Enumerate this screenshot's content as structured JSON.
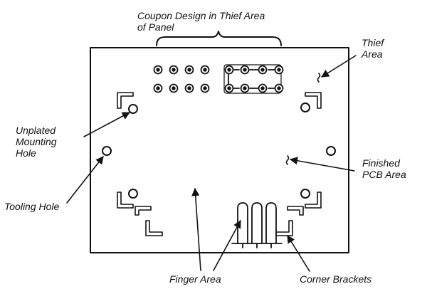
{
  "diagram": {
    "labels": {
      "coupon_line1": "Coupon Design in Thief Area",
      "coupon_line2": "of Panel",
      "thief_line1": "Thief",
      "thief_line2": "Area",
      "unplated_line1": "Unplated",
      "unplated_line2": "Mounting",
      "unplated_line3": "Hole",
      "finished_line1": "Finished",
      "finished_line2": "PCB  Area",
      "tooling": "Tooling Hole",
      "finger": "Finger Area",
      "corner": "Corner Brackets"
    },
    "colors": {
      "ink": "#111111",
      "paper": "#ffffff"
    }
  }
}
